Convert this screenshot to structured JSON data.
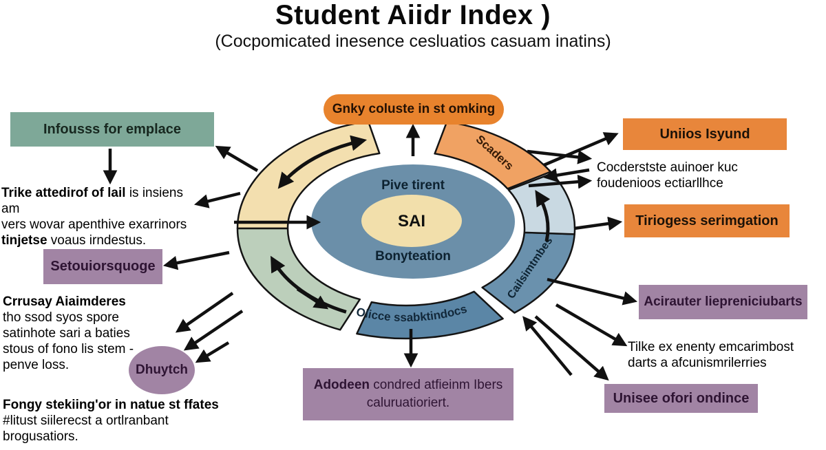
{
  "title": "Student Aiidr Index )",
  "subtitle": "(Cocpomicated inesence cesluatios casuam inatins)",
  "palette": {
    "ring_tan": "#F3DFAF",
    "ring_green": "#BCCFBB",
    "ring_orange": "#F0A263",
    "ring_lightblue": "#C9D9E2",
    "ring_blue": "#5B86A6",
    "ring_blue2": "#6A91AD",
    "center_blue": "#6B8FA9",
    "center_cream": "#F2DFAB",
    "green_box": "#7EA898",
    "orange_box": "#E8863B",
    "orange_pill": "#E8832D",
    "purple_box": "#A184A4",
    "arrow": "#111111"
  },
  "center": {
    "top_label": "Pive tirent",
    "core_label": "SAI",
    "bottom_label": "Bonyteation"
  },
  "ring": {
    "pill": "Gnky coluste in st omking",
    "scaders": "Scaders",
    "cailsimtmbes": "Cailsimtmbes",
    "olicce": "Olicce ssabktindocs"
  },
  "left": {
    "infouss_box": "Infousss for emplace",
    "trike_line1_bold": "Trike attedirof of lail",
    "trike_line1_rest": " is insiens am",
    "trike_line2": "vers wovar apenthive exarrinors",
    "trike_line3_bold": "tinjetse",
    "trike_line3_rest": " voaus irndestus.",
    "setou_box": "Setouiorsquoge",
    "crusay_line1": "Crrusay Aiaimderes",
    "crusay_line2": "tho ssod syos spore",
    "crusay_line3": "satinhote sari a baties",
    "crusay_line4": "stous of fono lis stem -",
    "crusay_line5": "penve loss.",
    "dhuytch": "Dhuytch",
    "fongy_line1": "Fongy stekiing'or in natue st ffates",
    "fongy_line2": "#litust siilerecst a ortlranbant",
    "fongy_line3": "brogusatiors."
  },
  "right": {
    "unios_box": "Uniios Isyund",
    "cocder_line1": "Cocderstste auinoer kuc",
    "cocder_line2": "foudenioos ectiarllhce",
    "tiriogess_box": "Tiriogess serimgation",
    "acirauter_box": "Acirauter liepreniciubarts",
    "tilke_line1": "Tilke ex enenty emcarimbost",
    "tilke_line2": "darts a afcunismrilerries",
    "unisee_box": "Unisee ofori ondince"
  },
  "bottom": {
    "adodeen_bold": "Adodeen",
    "adodeen_rest": " condred atfieinm Ibers",
    "adodeen_line2": "caluruatioriert."
  }
}
